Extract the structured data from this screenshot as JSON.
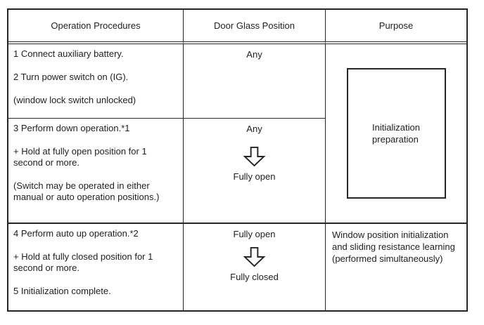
{
  "colors": {
    "border": "#262626",
    "text": "#1f1f1f",
    "background": "#ffffff"
  },
  "table": {
    "headers": {
      "procedures": "Operation Procedures",
      "position": "Door Glass Position",
      "purpose": "Purpose"
    },
    "rows": [
      {
        "procedures": [
          "1 Connect auxiliary battery.",
          "2 Turn power switch on (IG).",
          "(window lock switch unlocked)"
        ],
        "position": {
          "start": "Any"
        }
      },
      {
        "procedures": [
          "3 Perform down operation.*1",
          "+ Hold at fully open position for 1\nsecond or more.",
          "(Switch may be operated in either\nmanual or auto operation positions.)"
        ],
        "position": {
          "start": "Any",
          "end": "Fully open"
        }
      },
      {
        "procedures": [
          "4 Perform auto up operation.*2",
          "+ Hold at fully closed position for 1\nsecond or more.",
          "5 Initialization complete."
        ],
        "position": {
          "start": "Fully open",
          "end": "Fully closed"
        }
      }
    ],
    "purpose_preparation": "Initialization\npreparation",
    "purpose_learning": "Window position initialization\nand sliding resistance learning\n(performed simultaneously)"
  }
}
